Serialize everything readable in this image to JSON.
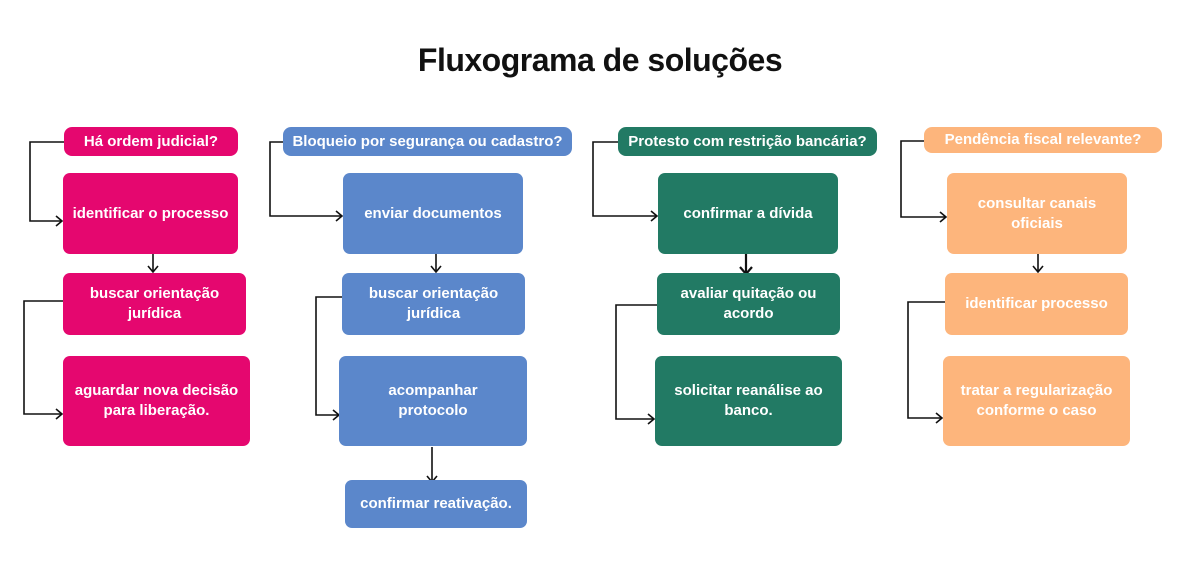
{
  "title": "Fluxograma de soluções",
  "colors": {
    "pink": "#e5076f",
    "blue": "#5b87cb",
    "green": "#227a64",
    "orange": "#fdb57c",
    "connector": "#111111"
  },
  "columns": [
    {
      "question": "Há ordem judicial?",
      "steps": [
        "identificar o processo",
        "buscar orientação\njurídica",
        "aguardar nova decisão\npara liberação."
      ]
    },
    {
      "question": "Bloqueio por segurança ou cadastro?",
      "steps": [
        "enviar documentos",
        "buscar orientação\njurídica",
        "acompanhar\nprotocolo",
        "confirmar reativação."
      ]
    },
    {
      "question": "Protesto com restrição bancária?",
      "steps": [
        "confirmar a dívida",
        "avaliar quitação ou\nacordo",
        "solicitar reanálise ao\nbanco."
      ]
    },
    {
      "question": "Pendência fiscal relevante?",
      "steps": [
        "consultar canais\noficiais",
        "identificar processo",
        "tratar a regularização\nconforme o caso"
      ]
    }
  ]
}
